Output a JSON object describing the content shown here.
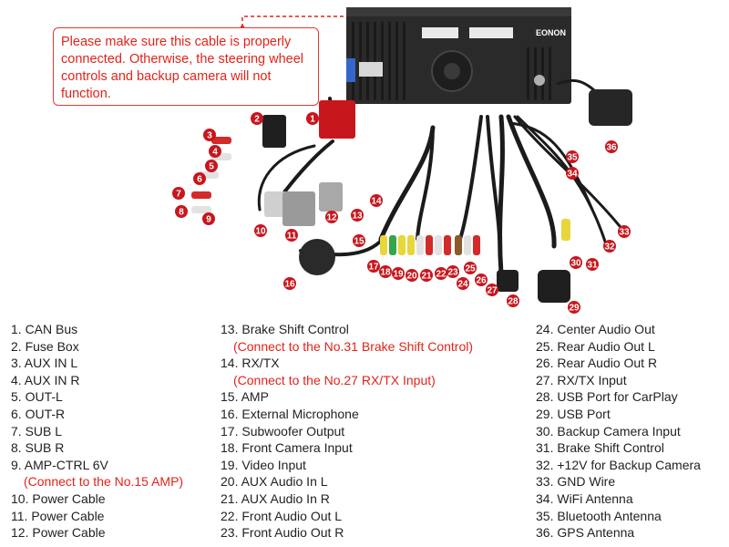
{
  "warning": {
    "text": "Please make sure this cable is properly connected. Otherwise, the steering wheel controls and backup camera will not function."
  },
  "head_unit": {
    "brand": "EONON"
  },
  "callouts": [
    "1",
    "2",
    "3",
    "4",
    "5",
    "6",
    "7",
    "8",
    "9",
    "10",
    "11",
    "12",
    "13",
    "14",
    "15",
    "16",
    "17",
    "18",
    "19",
    "20",
    "21",
    "22",
    "23",
    "24",
    "25",
    "26",
    "27",
    "28",
    "29",
    "30",
    "31",
    "32",
    "33",
    "34",
    "35",
    "36"
  ],
  "legend": {
    "col1": [
      {
        "text": "1. CAN Bus"
      },
      {
        "text": "2. Fuse Box"
      },
      {
        "text": "3. AUX IN L"
      },
      {
        "text": "4. AUX IN R"
      },
      {
        "text": "5. OUT-L"
      },
      {
        "text": "6. OUT-R"
      },
      {
        "text": "7. SUB L"
      },
      {
        "text": "8. SUB R"
      },
      {
        "text": "9. AMP-CTRL 6V"
      },
      {
        "text": "(Connect to the No.15 AMP)",
        "note": true
      },
      {
        "text": "10. Power Cable"
      },
      {
        "text": "11. Power Cable"
      },
      {
        "text": "12. Power Cable"
      }
    ],
    "col2": [
      {
        "text": "13. Brake Shift Control"
      },
      {
        "text": "(Connect to the No.31 Brake Shift Control)",
        "note": true
      },
      {
        "text": "14. RX/TX"
      },
      {
        "text": "(Connect to the No.27 RX/TX Input)",
        "note": true
      },
      {
        "text": "15. AMP"
      },
      {
        "text": "16. External Microphone"
      },
      {
        "text": "17. Subwoofer Output"
      },
      {
        "text": "18. Front Camera Input"
      },
      {
        "text": "19. Video Input"
      },
      {
        "text": "20. AUX Audio In L"
      },
      {
        "text": "21. AUX Audio In R"
      },
      {
        "text": "22. Front Audio Out L"
      },
      {
        "text": "23. Front Audio Out R"
      }
    ],
    "col3": [
      {
        "text": "24. Center Audio Out"
      },
      {
        "text": "25. Rear Audio Out L"
      },
      {
        "text": "26. Rear Audio Out R"
      },
      {
        "text": "27. RX/TX Input"
      },
      {
        "text": "28. USB Port for CarPlay"
      },
      {
        "text": "29. USB Port"
      },
      {
        "text": "30. Backup Camera Input"
      },
      {
        "text": "31. Brake Shift Control"
      },
      {
        "text": "32. +12V for Backup Camera"
      },
      {
        "text": "33. GND Wire"
      },
      {
        "text": "34. WiFi Antenna"
      },
      {
        "text": "35. Bluetooth Antenna"
      },
      {
        "text": "36. GPS Antenna"
      }
    ]
  },
  "colors": {
    "accent_red": "#e2231a",
    "badge": "#c8161d",
    "cable": "#1b1b1b",
    "unit": "#2a2a2a"
  }
}
